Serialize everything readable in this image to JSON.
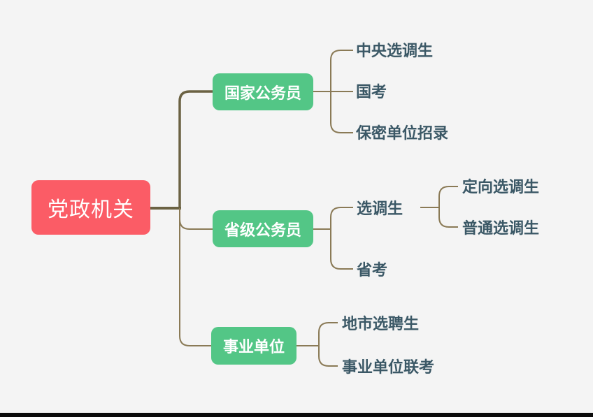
{
  "theme": {
    "background": "#f4f4f4",
    "root_node_color": "#fb5c66",
    "branch_node_color": "#53c686",
    "node_text_color": "#ffffff",
    "leaf_text_color": "#3b5866",
    "line_thick_color": "#6b6243",
    "line_thin_color": "#8a7a56",
    "bottom_bar_color": "#0b0b0b"
  },
  "mindmap": {
    "root": {
      "label": "党政机关"
    },
    "branches": [
      {
        "label": "国家公务员",
        "children": [
          {
            "label": "中央选调生"
          },
          {
            "label": "国考"
          },
          {
            "label": "保密单位招录"
          }
        ]
      },
      {
        "label": "省级公务员",
        "children": [
          {
            "label": "选调生",
            "children": [
              {
                "label": "定向选调生"
              },
              {
                "label": "普通选调生"
              }
            ]
          },
          {
            "label": "省考"
          }
        ]
      },
      {
        "label": "事业单位",
        "children": [
          {
            "label": "地市选聘生"
          },
          {
            "label": "事业单位联考"
          }
        ]
      }
    ]
  }
}
